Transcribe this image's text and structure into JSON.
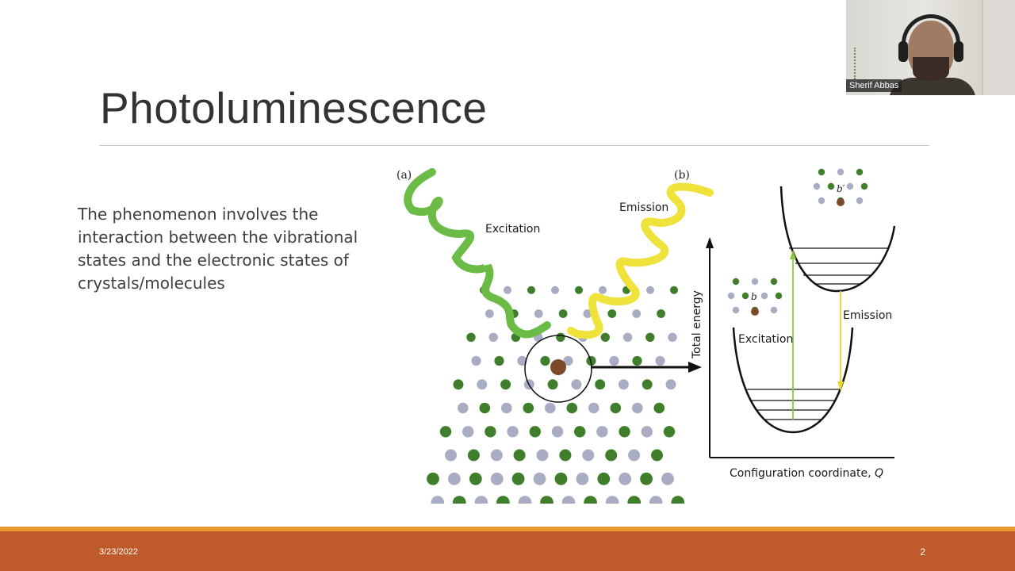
{
  "slide": {
    "title": "Photoluminescence",
    "body": "The phenomenon involves the interaction between the vibrational states and the electronic states of crystals/molecules",
    "date": "3/23/2022",
    "page_number": "2"
  },
  "figure": {
    "panel_a_label": "(a)",
    "panel_b_label": "(b)",
    "excitation_wave_label": "Excitation",
    "emission_wave_label": "Emission",
    "y_axis_label": "Total energy",
    "x_axis_label_prefix": "Configuration coordinate, ",
    "x_axis_label_var": "Q",
    "excitation_arrow_label": "Excitation",
    "emission_arrow_label": "Emission",
    "defect_label_lower": "b",
    "defect_label_upper": "b′",
    "colors": {
      "excitation_wave": "#6dbb47",
      "emission_wave": "#efe23a",
      "atom_green": "#3f7f2c",
      "atom_grey": "#a9adc3",
      "defect_atom": "#7a4a2a"
    }
  },
  "participant": {
    "name": "Sherif Abbas"
  },
  "theme": {
    "footer_color": "#bf5a2a",
    "footer_accent": "#e89a2c"
  }
}
